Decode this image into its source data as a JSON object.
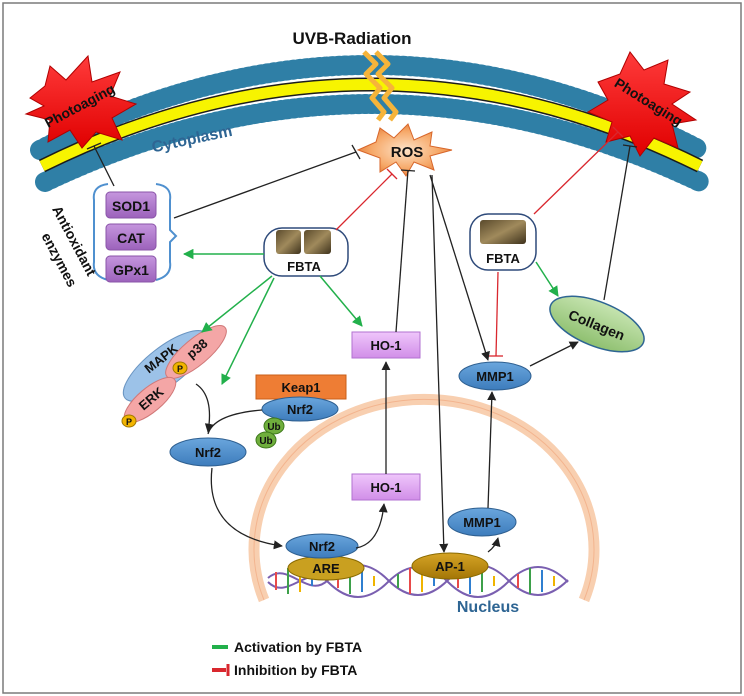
{
  "title": "UVB-Radiation",
  "labels": {
    "cytoplasm": "Cytoplasm",
    "nucleus": "Nucleus",
    "ros": "ROS",
    "photoaging_left": "Photoaging",
    "photoaging_right": "Photoaging",
    "antioxidant_line1": "Antioxidant",
    "antioxidant_line2": "enzymes",
    "fbta_left": "FBTA",
    "fbta_right": "FBTA",
    "collagen": "Collagen",
    "mmp1_upper": "MMP1",
    "mmp1_lower": "MMP1",
    "ho1_upper": "HO-1",
    "ho1_lower": "HO-1",
    "keap1": "Keap1",
    "nrf2_keap": "Nrf2",
    "nrf2_free": "Nrf2",
    "nrf2_dna": "Nrf2",
    "ub1": "Ub",
    "ub2": "Ub",
    "mapk": "MAPK",
    "erk": "ERK",
    "p38": "p38",
    "p_mapk": "P",
    "p_erk": "P",
    "are": "ARE",
    "ap1": "AP-1"
  },
  "enzymes": [
    "SOD1",
    "CAT",
    "GPx1"
  ],
  "legend": [
    {
      "label": "Activation by FBTA",
      "color": "#22b04b",
      "type": "activation"
    },
    {
      "label": "Inhibition by FBTA",
      "color": "#d9272e",
      "type": "inhibition"
    }
  ],
  "colors": {
    "activation": "#22b04b",
    "inhibition": "#d9272e",
    "neutral": "#222222",
    "membrane_yellow": "#f7f400",
    "membrane_bead": "#2f7fa6",
    "protein_blue": "#4f90cf",
    "ho1_violet": "#d9a2ef",
    "enzyme_purple": "#b07ac9",
    "keap1_orange": "#ee7d34",
    "collagen_green": "#a7d08c",
    "dna_gold": "#b8860b",
    "nucleus_peach": "#f8cfb0",
    "starburst_red": "#ff1a1a",
    "ros_orange": "#f08a3c",
    "region_label_blue": "#2e6593"
  },
  "icons": {
    "fbta_extract": "tea-extract-icon",
    "uvb": "lightning-icon",
    "photoaging": "starburst-icon",
    "ros": "starburst-icon"
  }
}
